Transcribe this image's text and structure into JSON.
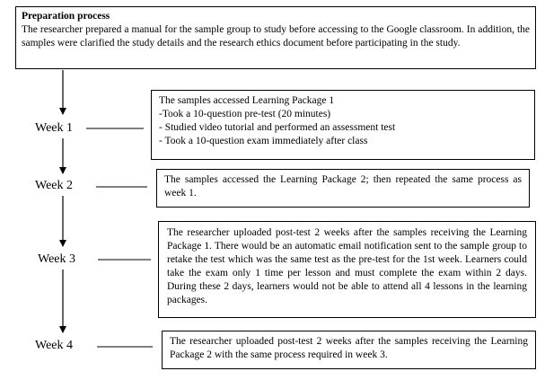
{
  "preparation": {
    "title": "Preparation process",
    "body": "The researcher prepared a manual for the sample group to study before accessing to the Google classroom. In addition, the samples were clarified the study details and the research ethics document before participating in the study."
  },
  "weeks": [
    {
      "label": "Week 1",
      "lines": [
        "The samples accessed Learning Package 1",
        "-Took a 10-question pre-test (20 minutes)",
        "- Studied video tutorial and performed an assessment test",
        "- Took a 10-question exam immediately after class"
      ]
    },
    {
      "label": "Week 2",
      "text": "The samples accessed the Learning Package 2; then repeated the same process as week 1."
    },
    {
      "label": "Week 3",
      "text": "The researcher uploaded post-test 2 weeks after the samples receiving the Learning Package 1. There would be an automatic email notification sent to the sample group to retake the test which was the same test as the pre-test for the 1st week. Learners could take the exam only 1 time per lesson and must complete the exam within 2 days. During these 2 days, learners would not be able to attend all 4 lessons in the learning packages."
    },
    {
      "label": "Week 4",
      "text": "The researcher uploaded post-test 2 weeks after the samples receiving the Learning Package 2 with the same process required in week 3."
    }
  ]
}
